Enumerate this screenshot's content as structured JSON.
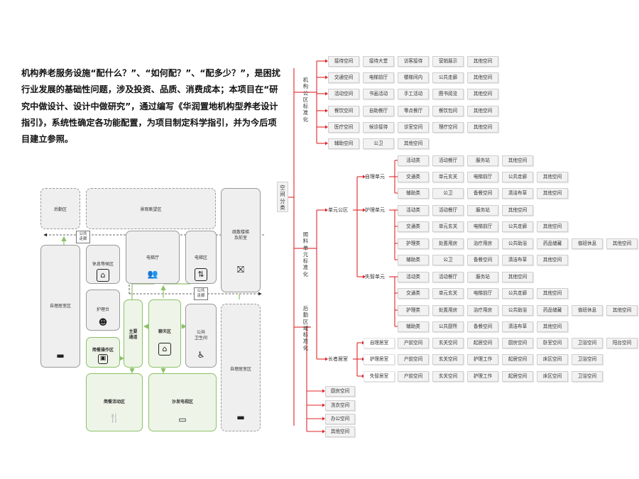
{
  "intro": {
    "text": "机构养老服务设施“配什么？”、“如何配？”、“配多少？”，是困扰行业发展的基础性问题，涉及投资、品质、消费成本；本项目在“研究中做设计、设计中做研究”，通过编写《华润置地机构型养老设计指引》，系统性确定各功能配置，为项目制定科学指引，并为今后项目建立参照。"
  },
  "floor_plan": {
    "rooms": {
      "back_area": "后勤区",
      "landscape_view": "景观眺望区",
      "escape_stair": [
        "疏散楼梯",
        "及前室"
      ],
      "self_care_left": "自理居室区",
      "lounge_waiting": "休息等候区",
      "elevator_hall": "电梯厅",
      "elevator_area": "电梯区",
      "nurse_station": "护理台",
      "main_corridor": [
        "主要",
        "通道"
      ],
      "chat_area": "聊天区",
      "public_toilet": [
        "公共",
        "卫生间"
      ],
      "meal_prep": "简餐操作区",
      "self_care_right": "自理居室区",
      "meal_activity": "简餐活动区",
      "sofa_tv": "沙发电视区"
    },
    "tags": {
      "public_corridor_top": [
        "公共",
        "走廊"
      ],
      "public_corridor_mid": [
        "公共",
        "走廊"
      ]
    }
  },
  "tree": {
    "root": [
      "空",
      "间",
      "分",
      "类"
    ],
    "institution": {
      "label": [
        "机",
        "构",
        "公",
        "区",
        "标",
        "准",
        "化"
      ],
      "rows": [
        [
          "接待空间",
          "接待大堂",
          "访客接待",
          "营销展示",
          "其他空间"
        ],
        [
          "交通空间",
          "电梯前厅",
          "楼梯间内",
          "公共走廊",
          "其他空间"
        ],
        [
          "活动空间",
          "书画活动",
          "手工活动",
          "图书阅览",
          "其他空间"
        ],
        [
          "餐饮空间",
          "自助餐厅",
          "零点餐厅",
          "餐饮包间",
          "其他空间"
        ],
        [
          "医疗空间",
          "候诊接待",
          "诊室空间",
          "理疗空间",
          "其他空间"
        ],
        [
          "辅助空间",
          "公卫",
          "其他空间"
        ]
      ]
    },
    "care": {
      "label": [
        "照",
        "料",
        "单",
        "元",
        "标",
        "准",
        "化"
      ],
      "unit_public": "单元公区",
      "self_unit": "自理单元",
      "care_unit": "护理单元",
      "dementia_unit": "失智单元",
      "self_rows": [
        [
          "活动类",
          "活动餐厅",
          "服务站",
          "其他空间"
        ],
        [
          "交通类",
          "单元玄关",
          "电梯前厅",
          "公共走廊",
          "其他空间"
        ],
        [
          "辅助类",
          "公卫",
          "备餐空间",
          "清洁布草",
          "其他空间"
        ]
      ],
      "care_rows": [
        [
          "活动类",
          "活动餐厅",
          "服务站",
          "其他空间"
        ],
        [
          "交通类",
          "单元玄关",
          "电梯前厅",
          "公共走廊",
          "其他空间"
        ],
        [
          "护理类",
          "处置用房",
          "治疗用房",
          "公共助浴",
          "药品储藏",
          "值班休息",
          "其他空间"
        ],
        [
          "辅助类",
          "公卫",
          "备餐空间",
          "清洁布草",
          "其他空间"
        ]
      ],
      "dementia_rows": [
        [
          "活动类",
          "活动餐厅",
          "服务站",
          "其他空间"
        ],
        [
          "交通类",
          "单元玄关",
          "电梯前厅",
          "公共走廊",
          "其他空间"
        ],
        [
          "护理类",
          "处置用房",
          "治疗用房",
          "公共助浴",
          "药品储藏",
          "值班休息",
          "其他空间"
        ],
        [
          "辅助类",
          "公共厨所",
          "备餐空间",
          "清洁布草",
          "其他空间"
        ]
      ],
      "elder_room": "长者居室",
      "elder_rows": [
        [
          "自理居室",
          "户前空间",
          "玄关空间",
          "起居空间",
          "厨房空间",
          "卧室空间",
          "卫浴空间",
          "阳台空间"
        ],
        [
          "护理居室",
          "户前空间",
          "玄关空间",
          "护理工作",
          "起居空间",
          "床区空间",
          "卫浴空间"
        ],
        [
          "失智居室",
          "户前空间",
          "玄关空间",
          "护理工作",
          "起居空间",
          "床区空间",
          "卫浴空间"
        ]
      ]
    },
    "logistics": {
      "label": [
        "后",
        "勤",
        "区",
        "域",
        "标",
        "准",
        "化"
      ],
      "items": [
        "厨房空间",
        "洗衣空间",
        "办公空间",
        "其他空间"
      ]
    },
    "colors": {
      "branch": "#e0262b",
      "node_bg": "#f2f2f2",
      "plan_green": "#8cc167"
    }
  }
}
